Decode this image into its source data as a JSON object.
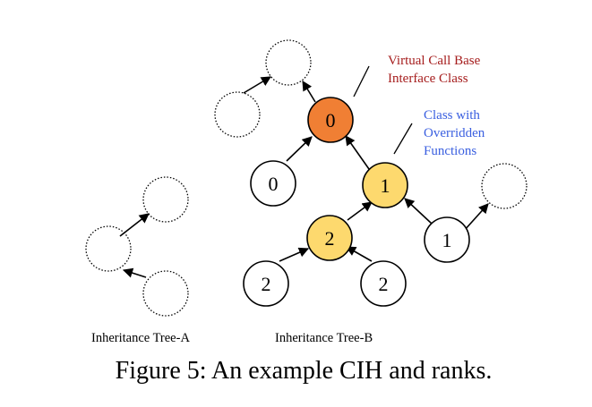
{
  "colors": {
    "base_fill": "#f07f34",
    "override_fill": "#fdd96e",
    "plain_fill": "#ffffff",
    "base_annotation": "#a51c1c",
    "override_annotation": "#3a5fe0"
  },
  "nodes": {
    "b_base": "0",
    "b_left": "0",
    "b_override_1": "1",
    "b_override_2": "2",
    "b_right_1": "1",
    "b_leaf_left_2": "2",
    "b_leaf_right_2": "2"
  },
  "annotations": {
    "base_line1": "Virtual Call Base",
    "base_line2": "Interface Class",
    "override_line1": "Class with",
    "override_line2": "Overridden",
    "override_line3": "Functions"
  },
  "labels": {
    "tree_a": "Inheritance Tree-A",
    "tree_b": "Inheritance Tree-B"
  },
  "caption": "Figure 5: An example CIH and ranks."
}
